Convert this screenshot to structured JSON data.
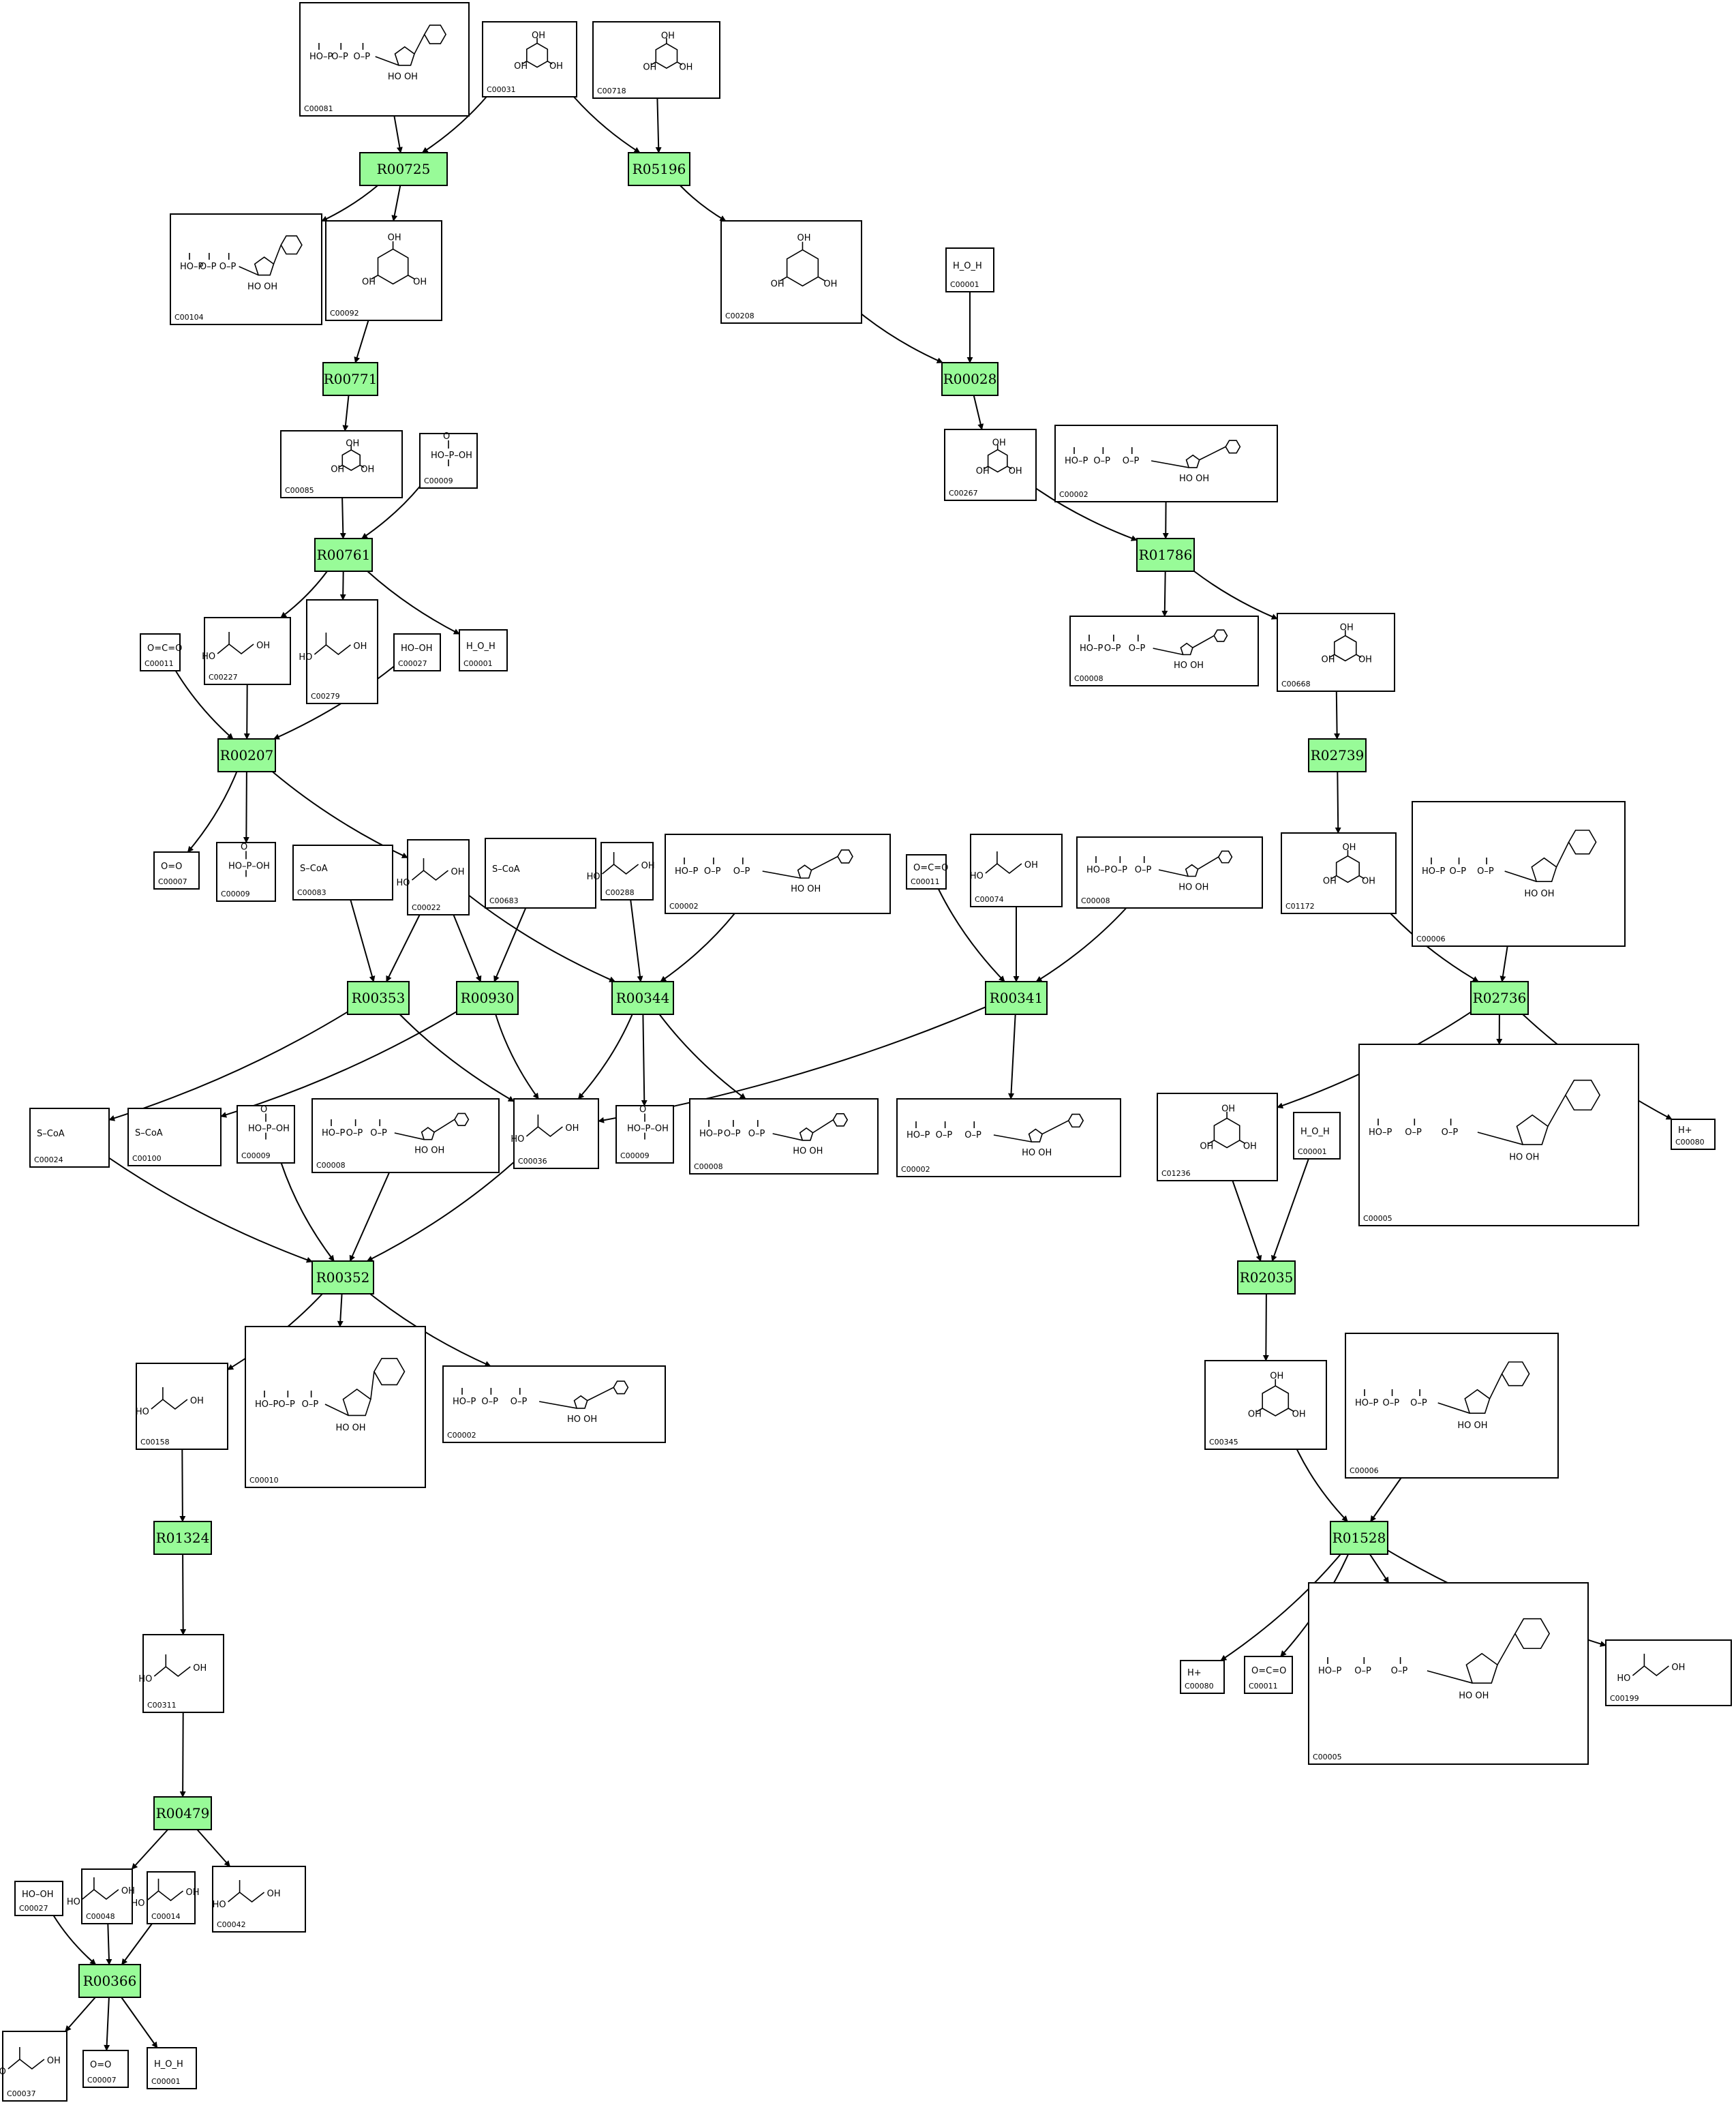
{
  "reactions": [
    {
      "id": "R00725",
      "label": "R00725"
    },
    {
      "id": "R05196",
      "label": "R05196"
    },
    {
      "id": "R00771",
      "label": "R00771"
    },
    {
      "id": "R00028",
      "label": "R00028"
    },
    {
      "id": "R00761",
      "label": "R00761"
    },
    {
      "id": "R01786",
      "label": "R01786"
    },
    {
      "id": "R00207",
      "label": "R00207"
    },
    {
      "id": "R02739",
      "label": "R02739"
    },
    {
      "id": "R00353",
      "label": "R00353"
    },
    {
      "id": "R00930",
      "label": "R00930"
    },
    {
      "id": "R00344",
      "label": "R00344"
    },
    {
      "id": "R00341",
      "label": "R00341"
    },
    {
      "id": "R02736",
      "label": "R02736"
    },
    {
      "id": "R00352",
      "label": "R00352"
    },
    {
      "id": "R02035",
      "label": "R02035"
    },
    {
      "id": "R01324",
      "label": "R01324"
    },
    {
      "id": "R01528",
      "label": "R01528"
    },
    {
      "id": "R00479",
      "label": "R00479"
    },
    {
      "id": "R00366",
      "label": "R00366"
    }
  ],
  "compounds": [
    {
      "id": "c_C00081",
      "code": "C00081",
      "formula": ""
    },
    {
      "id": "c_C00031",
      "code": "C00031",
      "formula": ""
    },
    {
      "id": "c_C00718",
      "code": "C00718",
      "formula": ""
    },
    {
      "id": "c_C00104",
      "code": "C00104",
      "formula": ""
    },
    {
      "id": "c_C00092",
      "code": "C00092",
      "formula": ""
    },
    {
      "id": "c_C00208",
      "code": "C00208",
      "formula": ""
    },
    {
      "id": "c_C00001_top",
      "code": "C00001",
      "formula": "H_O_H"
    },
    {
      "id": "c_C00085",
      "code": "C00085",
      "formula": ""
    },
    {
      "id": "c_C00009_top",
      "code": "C00009",
      "formula": ""
    },
    {
      "id": "c_C00267",
      "code": "C00267",
      "formula": ""
    },
    {
      "id": "c_C00002_top",
      "code": "C00002",
      "formula": ""
    },
    {
      "id": "c_C00011_a",
      "code": "C00011",
      "formula": "O=C=O"
    },
    {
      "id": "c_C00227",
      "code": "C00227",
      "formula": ""
    },
    {
      "id": "c_C00279",
      "code": "C00279",
      "formula": ""
    },
    {
      "id": "c_C00027_a",
      "code": "C00027",
      "formula": "HO–OH"
    },
    {
      "id": "c_C00001_a",
      "code": "C00001",
      "formula": "H_O_H"
    },
    {
      "id": "c_C00008_top",
      "code": "C00008",
      "formula": ""
    },
    {
      "id": "c_C00668",
      "code": "C00668",
      "formula": ""
    },
    {
      "id": "c_C00007_a",
      "code": "C00007",
      "formula": "O=O"
    },
    {
      "id": "c_C00009_b",
      "code": "C00009",
      "formula": ""
    },
    {
      "id": "c_C00083",
      "code": "C00083",
      "formula": "S–CoA"
    },
    {
      "id": "c_C00022",
      "code": "C00022",
      "formula": ""
    },
    {
      "id": "c_C00683",
      "code": "C00683",
      "formula": "S–CoA"
    },
    {
      "id": "c_C00288",
      "code": "C00288",
      "formula": ""
    },
    {
      "id": "c_C00002_mid",
      "code": "C00002",
      "formula": ""
    },
    {
      "id": "c_C00011_b",
      "code": "C00011",
      "formula": "O=C=O"
    },
    {
      "id": "c_C00074",
      "code": "C00074",
      "formula": ""
    },
    {
      "id": "c_C00008_mid",
      "code": "C00008",
      "formula": ""
    },
    {
      "id": "c_C01172",
      "code": "C01172",
      "formula": ""
    },
    {
      "id": "c_C00006_a",
      "code": "C00006",
      "formula": ""
    },
    {
      "id": "c_C00024",
      "code": "C00024",
      "formula": "S–CoA"
    },
    {
      "id": "c_C00100",
      "code": "C00100",
      "formula": "S–CoA"
    },
    {
      "id": "c_C00009_c",
      "code": "C00009",
      "formula": ""
    },
    {
      "id": "c_C00008_c",
      "code": "C00008",
      "formula": ""
    },
    {
      "id": "c_C00036",
      "code": "C00036",
      "formula": ""
    },
    {
      "id": "c_C00009_d",
      "code": "C00009",
      "formula": ""
    },
    {
      "id": "c_C00008_d",
      "code": "C00008",
      "formula": ""
    },
    {
      "id": "c_C00002_c",
      "code": "C00002",
      "formula": ""
    },
    {
      "id": "c_C01236",
      "code": "C01236",
      "formula": ""
    },
    {
      "id": "c_C00001_b",
      "code": "C00001",
      "formula": "H_O_H"
    },
    {
      "id": "c_C00005_a",
      "code": "C00005",
      "formula": ""
    },
    {
      "id": "c_C00080_a",
      "code": "C00080",
      "formula": "H+"
    },
    {
      "id": "c_C00158",
      "code": "C00158",
      "formula": ""
    },
    {
      "id": "c_C00010",
      "code": "C00010",
      "formula": ""
    },
    {
      "id": "c_C00002_d",
      "code": "C00002",
      "formula": ""
    },
    {
      "id": "c_C00345",
      "code": "C00345",
      "formula": ""
    },
    {
      "id": "c_C00006_b",
      "code": "C00006",
      "formula": ""
    },
    {
      "id": "c_C00311",
      "code": "C00311",
      "formula": ""
    },
    {
      "id": "c_C00080_b",
      "code": "C00080",
      "formula": "H+"
    },
    {
      "id": "c_C00011_c",
      "code": "C00011",
      "formula": "O=C=O"
    },
    {
      "id": "c_C00005_b",
      "code": "C00005",
      "formula": ""
    },
    {
      "id": "c_C00199",
      "code": "C00199",
      "formula": ""
    },
    {
      "id": "c_C00027_b",
      "code": "C00027",
      "formula": "HO–OH"
    },
    {
      "id": "c_C00048",
      "code": "C00048",
      "formula": ""
    },
    {
      "id": "c_C00014",
      "code": "C00014",
      "formula": ""
    },
    {
      "id": "c_C00042",
      "code": "C00042",
      "formula": ""
    },
    {
      "id": "c_C00037",
      "code": "C00037",
      "formula": ""
    },
    {
      "id": "c_C00007_b",
      "code": "C00007",
      "formula": "O=O"
    },
    {
      "id": "c_C00001_c",
      "code": "C00001",
      "formula": "H_O_H"
    }
  ],
  "edges": [
    [
      "c_C00081",
      "R00725"
    ],
    [
      "c_C00031",
      "R00725"
    ],
    [
      "R00725",
      "c_C00104"
    ],
    [
      "R00725",
      "c_C00092"
    ],
    [
      "c_C00031",
      "R05196"
    ],
    [
      "c_C00718",
      "R05196"
    ],
    [
      "R05196",
      "c_C00208"
    ],
    [
      "c_C00092",
      "R00771"
    ],
    [
      "R00771",
      "c_C00085"
    ],
    [
      "c_C00208",
      "R00028"
    ],
    [
      "c_C00001_top",
      "R00028"
    ],
    [
      "R00028",
      "c_C00267"
    ],
    [
      "c_C00085",
      "R00761"
    ],
    [
      "c_C00009_top",
      "R00761"
    ],
    [
      "R00761",
      "c_C00227"
    ],
    [
      "R00761",
      "c_C00279"
    ],
    [
      "R00761",
      "c_C00001_a"
    ],
    [
      "c_C00267",
      "R01786"
    ],
    [
      "c_C00002_top",
      "R01786"
    ],
    [
      "R01786",
      "c_C00008_top"
    ],
    [
      "R01786",
      "c_C00668"
    ],
    [
      "c_C00011_a",
      "R00207"
    ],
    [
      "c_C00227",
      "R00207"
    ],
    [
      "c_C00027_a",
      "R00207"
    ],
    [
      "R00207",
      "c_C00007_a"
    ],
    [
      "R00207",
      "c_C00009_b"
    ],
    [
      "R00207",
      "c_C00022"
    ],
    [
      "c_C00668",
      "R02739"
    ],
    [
      "R02739",
      "c_C01172"
    ],
    [
      "c_C00083",
      "R00353"
    ],
    [
      "c_C00022",
      "R00353"
    ],
    [
      "R00353",
      "c_C00024"
    ],
    [
      "R00353",
      "c_C00036"
    ],
    [
      "c_C00022",
      "R00930"
    ],
    [
      "c_C00683",
      "R00930"
    ],
    [
      "R00930",
      "c_C00100"
    ],
    [
      "R00930",
      "c_C00036"
    ],
    [
      "c_C00022",
      "R00344"
    ],
    [
      "c_C00288",
      "R00344"
    ],
    [
      "c_C00002_mid",
      "R00344"
    ],
    [
      "R00344",
      "c_C00036"
    ],
    [
      "R00344",
      "c_C00009_d"
    ],
    [
      "R00344",
      "c_C00008_d"
    ],
    [
      "c_C00011_b",
      "R00341"
    ],
    [
      "c_C00074",
      "R00341"
    ],
    [
      "c_C00008_mid",
      "R00341"
    ],
    [
      "R00341",
      "c_C00036"
    ],
    [
      "R00341",
      "c_C00002_c"
    ],
    [
      "c_C01172",
      "R02736"
    ],
    [
      "c_C00006_a",
      "R02736"
    ],
    [
      "R02736",
      "c_C01236"
    ],
    [
      "R02736",
      "c_C00005_a"
    ],
    [
      "R02736",
      "c_C00080_a"
    ],
    [
      "c_C00024",
      "R00352"
    ],
    [
      "c_C00009_c",
      "R00352"
    ],
    [
      "c_C00008_c",
      "R00352"
    ],
    [
      "c_C00036",
      "R00352"
    ],
    [
      "R00352",
      "c_C00158"
    ],
    [
      "R00352",
      "c_C00010"
    ],
    [
      "R00352",
      "c_C00002_d"
    ],
    [
      "c_C01236",
      "R02035"
    ],
    [
      "c_C00001_b",
      "R02035"
    ],
    [
      "R02035",
      "c_C00345"
    ],
    [
      "c_C00158",
      "R01324"
    ],
    [
      "R01324",
      "c_C00311"
    ],
    [
      "c_C00345",
      "R01528"
    ],
    [
      "c_C00006_b",
      "R01528"
    ],
    [
      "R01528",
      "c_C00080_b"
    ],
    [
      "R01528",
      "c_C00011_c"
    ],
    [
      "R01528",
      "c_C00005_b"
    ],
    [
      "R01528",
      "c_C00199"
    ],
    [
      "c_C00311",
      "R00479"
    ],
    [
      "R00479",
      "c_C00048"
    ],
    [
      "R00479",
      "c_C00042"
    ],
    [
      "c_C00027_b",
      "R00366"
    ],
    [
      "c_C00048",
      "R00366"
    ],
    [
      "c_C00014",
      "R00366"
    ],
    [
      "R00366",
      "c_C00037"
    ],
    [
      "R00366",
      "c_C00007_b"
    ],
    [
      "R00366",
      "c_C00001_c"
    ]
  ]
}
